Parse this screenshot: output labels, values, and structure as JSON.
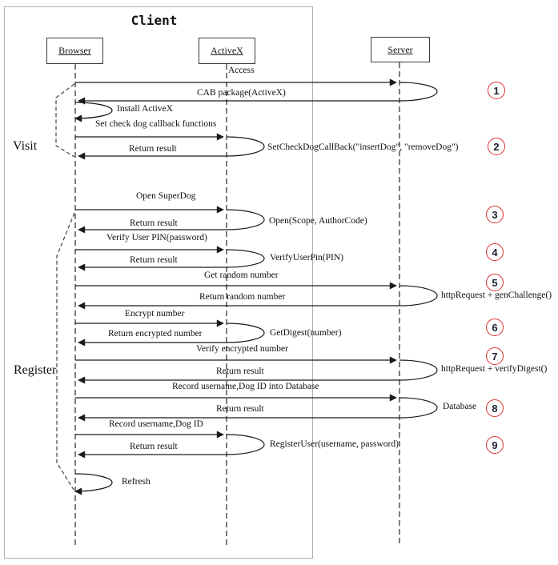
{
  "diagram": {
    "title": "Client",
    "actors": [
      {
        "label": "Browser"
      },
      {
        "label": "ActiveX"
      },
      {
        "label": "Server"
      }
    ],
    "phases": [
      {
        "label": "Visit"
      },
      {
        "label": "Register"
      }
    ],
    "messages": {
      "access": "Access",
      "cab_package": "CAB package(ActiveX)",
      "install_activex": "Install ActiveX",
      "set_check_dog": "Set check dog callback functions",
      "return_result": "Return result",
      "set_check_dog_callback": "SetCheckDogCallBack(\"insertDog\", \"removeDog\")",
      "open_superdog": "Open SuperDog",
      "open_scope": "Open(Scope, AuthorCode)",
      "verify_user_pin": "Verify User PIN(password)",
      "verify_user_pin_fn": "VerifyUserPin(PIN)",
      "get_random": "Get random number",
      "return_random": "Return random number",
      "http_gen_challenge": "httpRequest + genChallenge()",
      "encrypt_number": "Encrypt number",
      "return_encrypted": "Return encrypted number",
      "get_digest": "GetDigest(number)",
      "verify_encrypted": "Verify encrypted number",
      "http_verify_digest": "httpRequest + verifyDigest()",
      "record_into_db": "Record username,Dog ID into Database",
      "database": "Database",
      "record_username": "Record username,Dog ID",
      "register_user": "RegisterUser(username, password)",
      "refresh": "Refresh"
    },
    "steps": [
      "1",
      "2",
      "3",
      "4",
      "5",
      "6",
      "7",
      "8",
      "9"
    ],
    "colors": {
      "step_circle": "#d9302c",
      "lines": "#1a1a1a",
      "frame": "#b0b0b0"
    }
  }
}
